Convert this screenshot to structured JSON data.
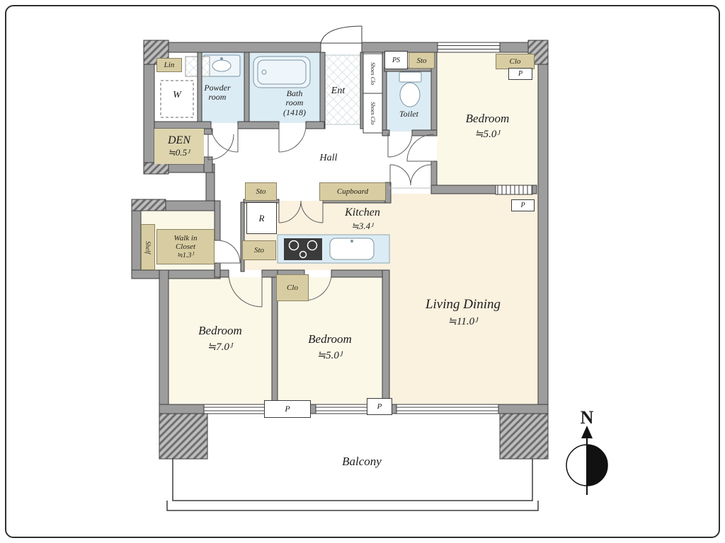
{
  "plan": {
    "rooms": {
      "bedroom_top_right": {
        "name": "Bedroom",
        "area": "≒5.0",
        "unit": "J"
      },
      "bedroom_left": {
        "name": "Bedroom",
        "area": "≒7.0",
        "unit": "J"
      },
      "bedroom_middle": {
        "name": "Bedroom",
        "area": "≒5.0",
        "unit": "J"
      },
      "living_dining": {
        "name": "Living Dining",
        "area": "≒11.0",
        "unit": "J"
      },
      "kitchen": {
        "name": "Kitchen",
        "area": "≒3.4",
        "unit": "J"
      },
      "den": {
        "name": "DEN",
        "area": "≒0.5",
        "unit": "J"
      },
      "walk_in_closet": {
        "line1": "Walk in",
        "line2": "Closet",
        "area": "≒1.3",
        "unit": "J"
      },
      "hall": {
        "name": "Hall"
      },
      "entrance": {
        "name": "Ent"
      },
      "toilet": {
        "name": "Toilet"
      },
      "bathroom": {
        "line1": "Bath",
        "line2": "room",
        "line3": "(1418)"
      },
      "powder_room": {
        "line1": "Powder",
        "line2": "room"
      },
      "balcony": {
        "name": "Balcony"
      }
    },
    "fixtures": {
      "linen": "Lin",
      "washer": "W",
      "pipe_space": "PS",
      "storage_top": "Sto",
      "storage_kitchen": "Sto",
      "storage_lower": "Sto",
      "shoes_closet_upper": "Shoes Clo",
      "shoes_closet_lower": "Shoes Clo",
      "closet_top_right": "Clo",
      "closet_middle": "Clo",
      "cupboard": "Cupboard",
      "shelf": "Shelf",
      "refrigerator": "R",
      "pillar_top_right": "P",
      "pillar_right": "P",
      "pillar_bottom_left": "P",
      "pillar_bottom_center": "P"
    },
    "compass": {
      "north_label": "N"
    },
    "colors": {
      "wall_gray": "#9d9d9d",
      "bedroom_cream": "#fcf8e8",
      "living_cream": "#faf1df",
      "wet_area_blue": "#dcecf4",
      "label_tan": "#d8cda2",
      "outline": "#3c3c3c"
    }
  }
}
